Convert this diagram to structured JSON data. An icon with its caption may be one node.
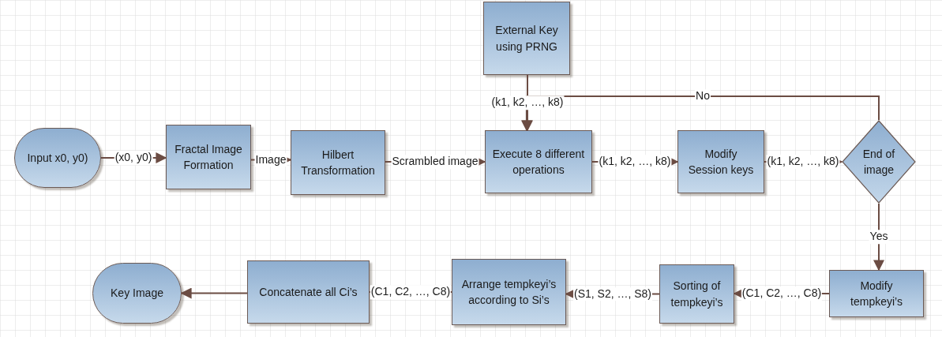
{
  "diagram": {
    "nodes": [
      {
        "text": [
          "Input x0, y0)"
        ]
      },
      {
        "text": [
          "Fractal Image Formation"
        ]
      },
      {
        "text": [
          "Hilbert Transformation"
        ]
      },
      {
        "text": [
          "External Key using PRNG"
        ]
      },
      {
        "text": [
          "Execute 8 different operations"
        ]
      },
      {
        "text": [
          "Modify Session keys"
        ]
      },
      {
        "text": [
          "End of image"
        ]
      },
      {
        "text": [
          "Modify tempkeyi’s"
        ]
      },
      {
        "text": [
          "Sorting of tempkeyi’s"
        ]
      },
      {
        "text": [
          "Arrange tempkeyi’s according to Si’s"
        ]
      },
      {
        "text": [
          "Concatenate all Ci’s"
        ]
      },
      {
        "text": [
          "Key Image"
        ]
      }
    ],
    "edges": [
      {
        "from": 0,
        "to": 1,
        "arrow": "to",
        "label": "(x0, y0)"
      },
      {
        "from": 1,
        "to": 2,
        "arrow": "to",
        "label": "Image"
      },
      {
        "from": 2,
        "to": 4,
        "arrow": "to",
        "label": "Scrambled image"
      },
      {
        "from": 3,
        "to": 4,
        "arrow": "to",
        "label": "(k1, k2, …, k8)"
      },
      {
        "from": 6,
        "to": 4,
        "arrow": "to",
        "label": "No"
      },
      {
        "from": 4,
        "to": 5,
        "arrow": "to",
        "label": "(k1, k2, …, k8)"
      },
      {
        "from": 5,
        "to": 6,
        "arrow": "to",
        "label": "(k1, k2, …, k8)"
      },
      {
        "from": 6,
        "to": 7,
        "arrow": "to",
        "label": "Yes"
      },
      {
        "from": 7,
        "to": 8,
        "arrow": "to",
        "label": "(C1, C2, …, C8)"
      },
      {
        "from": 8,
        "to": 9,
        "arrow": "to",
        "label": "(S1, S2, …, S8)"
      },
      {
        "from": 9,
        "to": 10,
        "arrow": "to",
        "label": "(C1, C2, …, C8)"
      },
      {
        "from": 10,
        "to": 11,
        "arrow": "to"
      }
    ]
  }
}
